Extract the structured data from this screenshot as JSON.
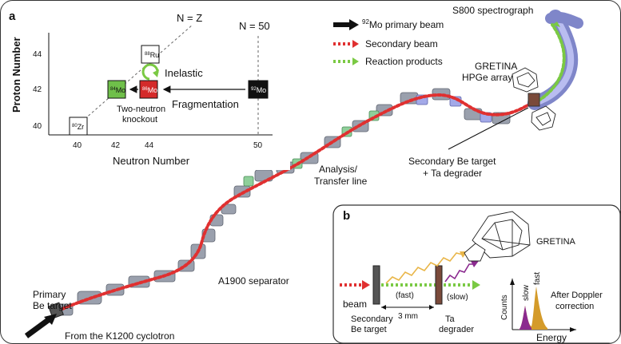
{
  "panel_a": {
    "label": "a",
    "chart": {
      "y_axis_title": "Proton Number",
      "x_axis_title": "Neutron Number",
      "y_ticks": [
        "44",
        "42",
        "40"
      ],
      "x_ticks": [
        "40",
        "42",
        "44",
        "50"
      ],
      "nz_line_label": "N = Z",
      "n50_line_label": "N = 50",
      "nuclei": {
        "ru": {
          "mass": "88",
          "symbol": "Ru"
        },
        "mo84": {
          "mass": "84",
          "symbol": "Mo"
        },
        "mo86": {
          "mass": "86",
          "symbol": "Mo"
        },
        "mo92": {
          "mass": "92",
          "symbol": "Mo"
        },
        "zr": {
          "mass": "80",
          "symbol": "Zr"
        }
      },
      "inelastic_label": "Inelastic",
      "fragmentation_label": "Fragmentation",
      "knockout_label_1": "Two-neutron",
      "knockout_label_2": "knockout"
    },
    "legend": {
      "primary": {
        "mass": "92",
        "text": "Mo primary beam"
      },
      "secondary": "Secondary beam",
      "products": "Reaction products"
    },
    "labels": {
      "s800": "S800 spectrograph",
      "gretina_1": "GRETINA",
      "gretina_2": "HPGe array",
      "sec_target_1": "Secondary Be target",
      "sec_target_2": "+ Ta degrader",
      "analysis_1": "Analysis/",
      "analysis_2": "Transfer line",
      "a1900": "A1900 separator",
      "primary_1": "Primary",
      "primary_2": "Be target",
      "cyclotron": "From the K1200 cyclotron"
    },
    "colors": {
      "red_beam": "#e03030",
      "green_products": "#7ac943",
      "mo84_fill": "#6fbf4a",
      "mo86_fill": "#d42a2a"
    }
  },
  "panel_b": {
    "label": "b",
    "beam": "beam",
    "fast": "(fast)",
    "slow": "(slow)",
    "gap": "3 mm",
    "sec_1": "Secondary",
    "sec_2": "Be target",
    "ta_1": "Ta",
    "ta_2": "degrader",
    "gretina": "GRETINA",
    "counts": "Counts",
    "energy": "Energy",
    "peak_slow": "slow",
    "peak_fast": "fast",
    "doppler_1": "After Doppler",
    "doppler_2": "correction",
    "colors": {
      "fast_ray": "#e9b649",
      "slow_ray": "#8b2a8f"
    }
  }
}
